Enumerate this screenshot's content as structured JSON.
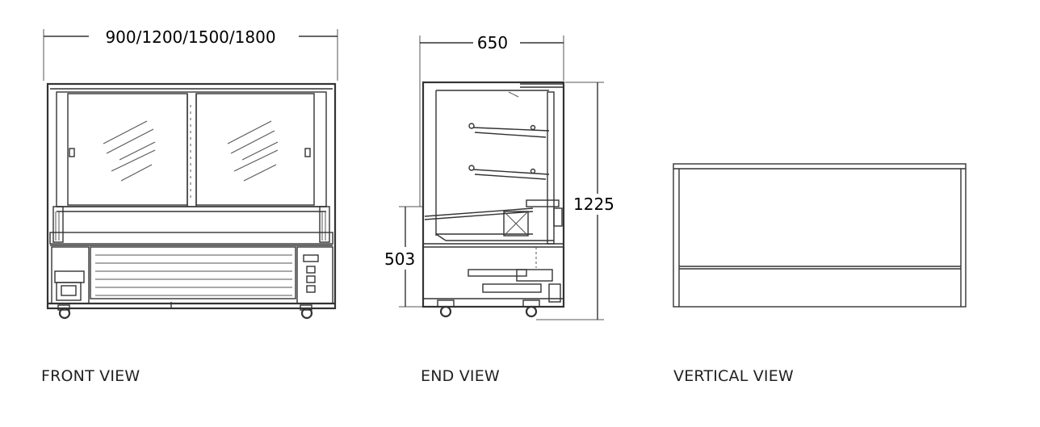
{
  "dimensions": {
    "width": "900/1200/1500/1800",
    "depth": "650",
    "height": "1225",
    "base_height": "503"
  },
  "views": {
    "front": "FRONT VIEW",
    "end": "END VIEW",
    "vertical": "VERTICAL VIEW"
  }
}
